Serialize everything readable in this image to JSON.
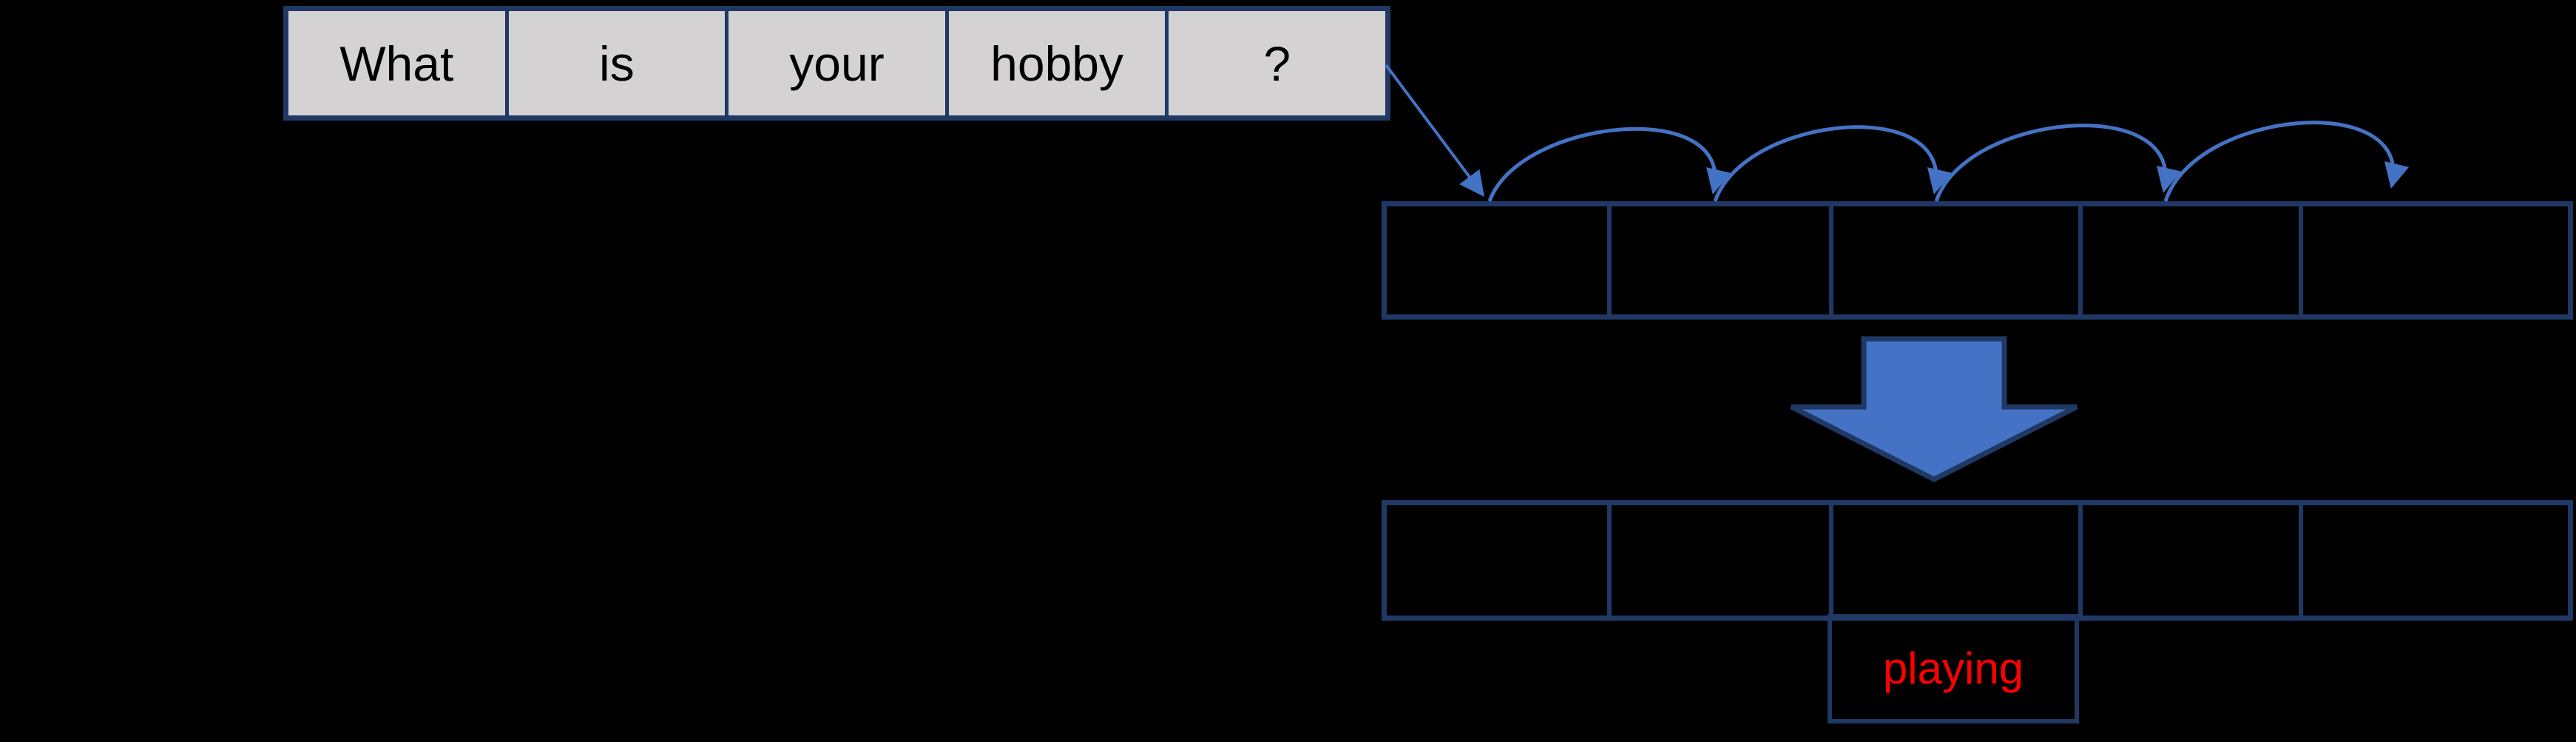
{
  "diagram": {
    "background_color": "#000000",
    "sentence": {
      "tokens": [
        "What",
        "is",
        "your",
        "hobby",
        "?"
      ],
      "cell_fill": "#d4d2d2",
      "text_color": "#000000"
    },
    "top_row": {
      "cells": [
        "",
        "",
        "",
        "",
        ""
      ],
      "cell_count": 5
    },
    "bottom_row": {
      "cells": [
        "",
        "",
        "",
        "",
        ""
      ],
      "cell_count": 5
    },
    "prediction": {
      "label": "playing",
      "text_color": "#ff0000"
    },
    "colors": {
      "accent_blue": "#4472c4",
      "border_navy": "#1f3864"
    },
    "icons": {
      "connector": "diagonal-arrow-icon",
      "hops": "arc-hop-arrow-icon",
      "transform": "big-down-block-arrow-icon"
    }
  }
}
